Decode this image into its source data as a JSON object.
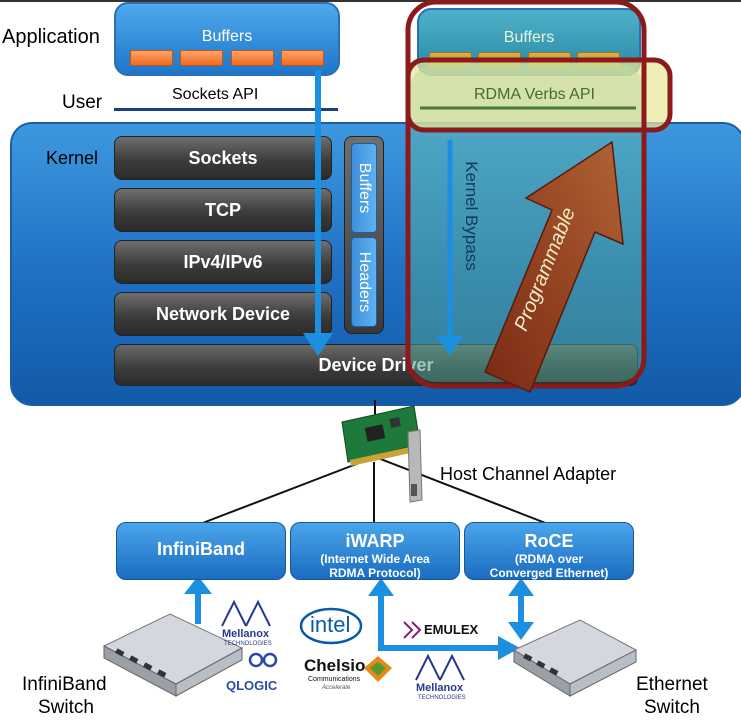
{
  "labels": {
    "application": "Application",
    "user": "User",
    "kernel": "Kernel",
    "host_channel_adapter": "Host Channel Adapter",
    "infiniband_switch": [
      "InfiniBand",
      "Switch"
    ],
    "ethernet_switch": [
      "Ethernet",
      "Switch"
    ]
  },
  "application_buffers": {
    "left_title": "Buffers",
    "right_title": "Buffers"
  },
  "apis": {
    "sockets": "Sockets API",
    "rdma_verbs": "RDMA Verbs API"
  },
  "kernel_stack": {
    "layers": [
      "Sockets",
      "TCP",
      "IPv4/IPv6",
      "Network Device"
    ],
    "side_cells": [
      "Buffers",
      "Headers"
    ],
    "device_driver": "Device Driver"
  },
  "bypass": {
    "kernel_bypass": "Kernel Bypass",
    "programmable": "Programmable"
  },
  "protocols": [
    {
      "title": "InfiniBand",
      "subtitle": []
    },
    {
      "title": "iWARP",
      "subtitle": [
        "(Internet Wide Area",
        "RDMA Protocol)"
      ]
    },
    {
      "title": "RoCE",
      "subtitle": [
        "(RDMA over",
        "Converged Ethernet)"
      ]
    }
  ],
  "vendors": {
    "mellanox": "Mellanox",
    "mellanox_sub": "TECHNOLOGIES",
    "qlogic": "QLOGIC",
    "intel": "intel",
    "chelsio": "Chelsio",
    "chelsio_sub": "Communications",
    "chelsio_tag": "Accelerate",
    "emulex": "EMULEX"
  },
  "colors": {
    "kernel_blue": "#1f6fc4",
    "arrow_blue": "#1b8fe0",
    "highlight_red": "#8b1a1a",
    "highlight_yellow": "#e8e89a",
    "programmable_brown": "#8b3a1f",
    "buffer_orange": "#f07a2a"
  }
}
